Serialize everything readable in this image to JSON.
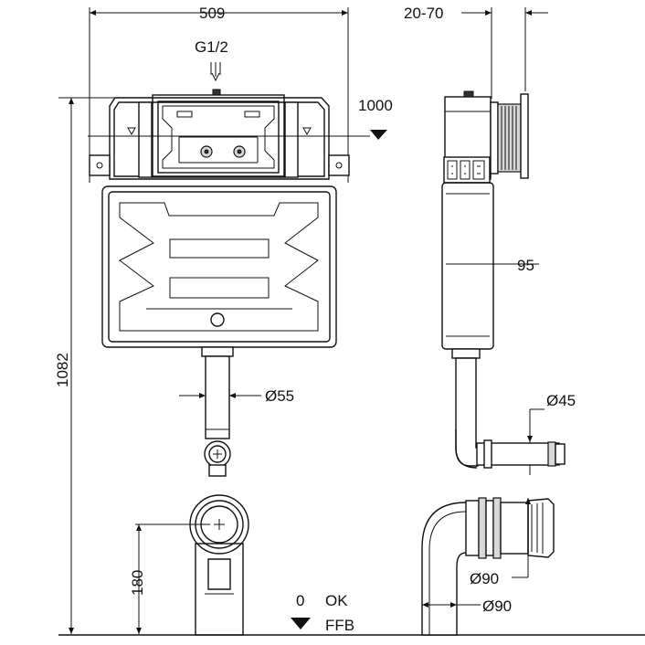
{
  "dimensions": {
    "width_509": "509",
    "offset_20_70": "20-70",
    "inlet_g12": "G1/2",
    "level_1000": "1000",
    "height_1082": "1082",
    "depth_95": "95",
    "dia_55": "Ø55",
    "dia_45": "Ø45",
    "height_180": "180",
    "dia_90_a": "Ø90",
    "dia_90_b": "Ø90",
    "ok_zero": "0",
    "ok_label": "OK",
    "ffb_label": "FFB"
  }
}
